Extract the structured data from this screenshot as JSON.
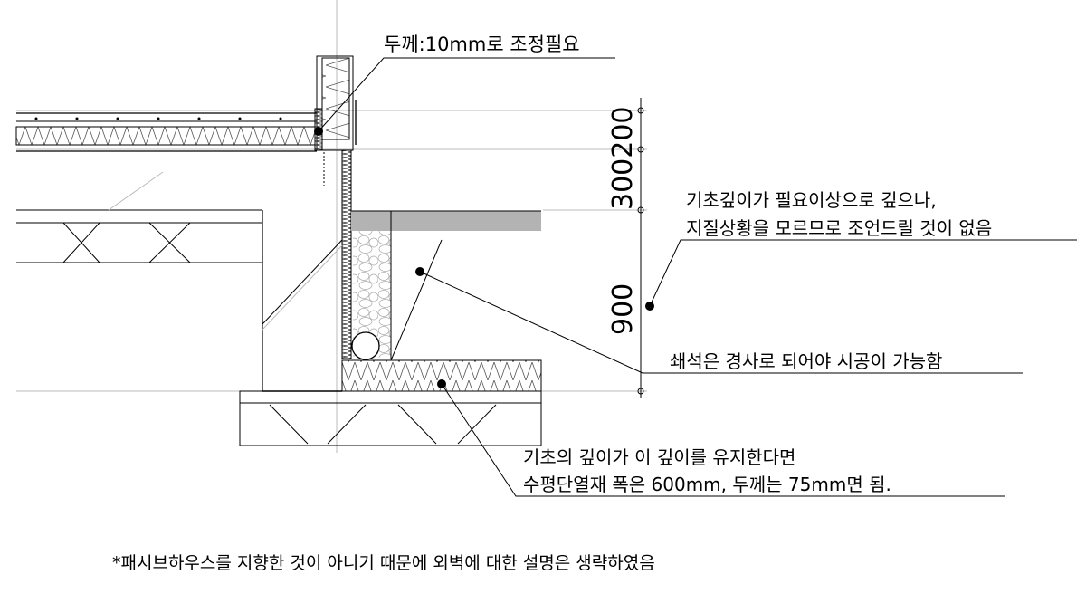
{
  "notes": {
    "thickness": "두께:10mm로 조정필요",
    "depth_line1": "기초깊이가 필요이상으로 깊으나,",
    "depth_line2": "지질상황을 모르므로 조언드릴 것이 없음",
    "gravel": "쇄석은 경사로 되어야 시공이 가능함",
    "insulation_line1": "기초의 깊이가 이 깊이를 유지한다면",
    "insulation_line2": "수평단열재 폭은 600mm, 두께는 75mm면 됨.",
    "footnote": "*패시브하우스를 지향한 것이 아니기 때문에 외벽에 대한 설명은 생략하였음"
  },
  "dimensions": {
    "upper": "300200",
    "lower": "900"
  },
  "colors": {
    "line": "#000000",
    "guide": "#bbbbbb",
    "band": "#b3b3b3"
  }
}
